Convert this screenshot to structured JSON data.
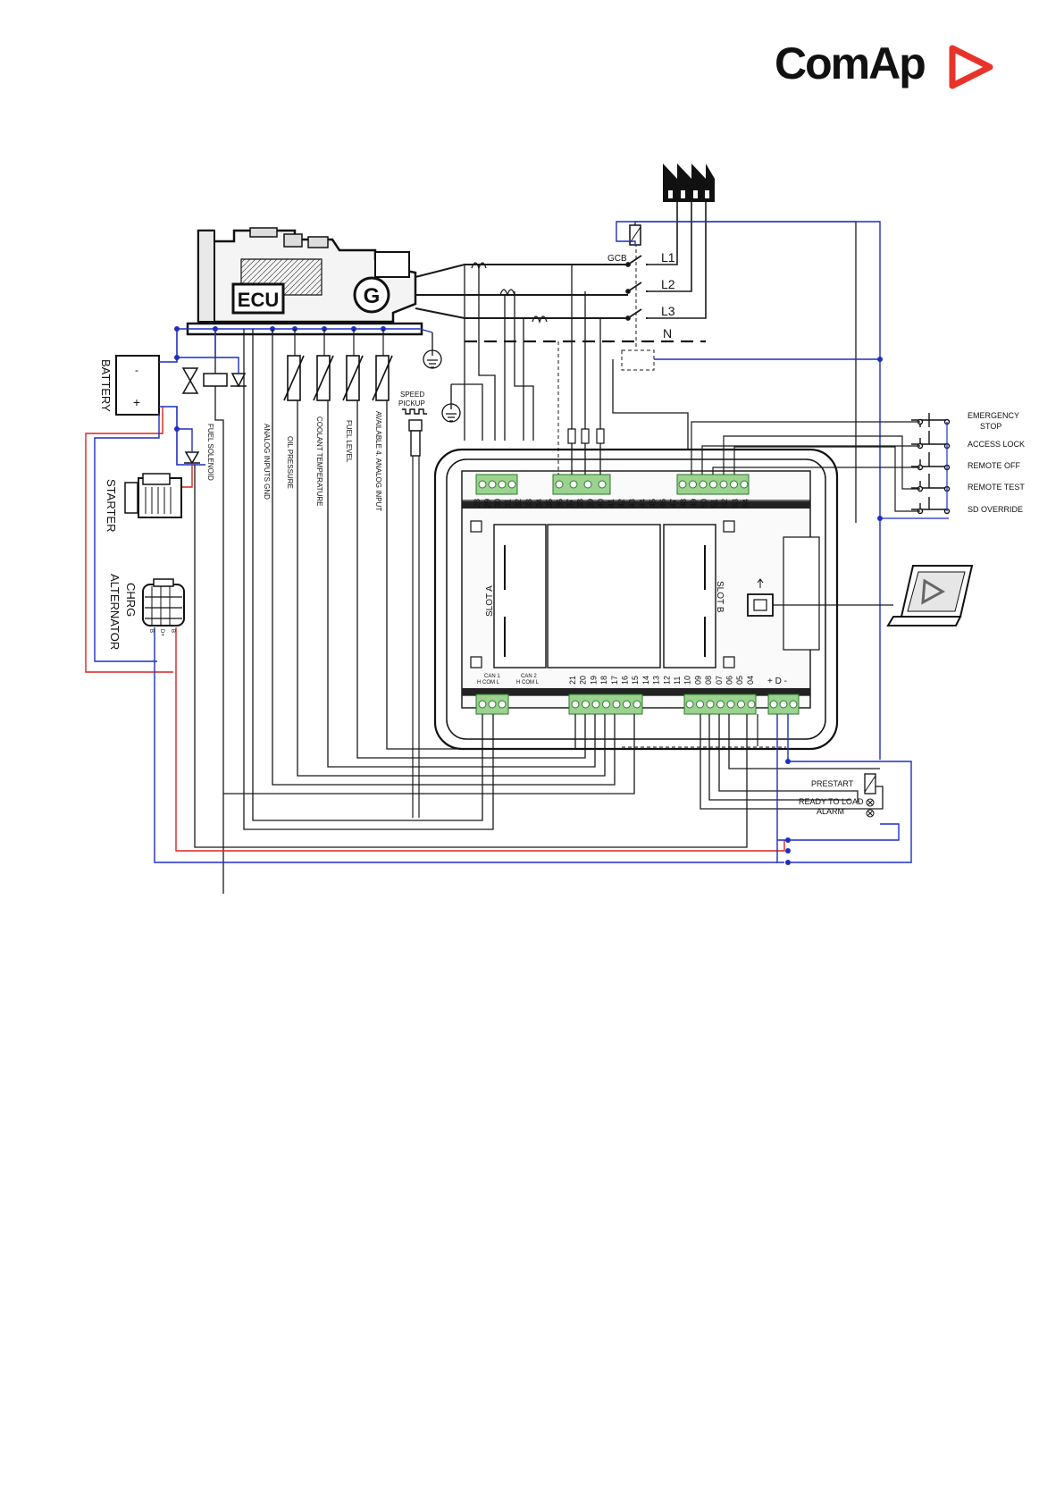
{
  "brand": {
    "name": "ComAp",
    "accent_color": "#e8332a"
  },
  "engine": {
    "ecu_label": "ECU",
    "generator_label": "G"
  },
  "battery": {
    "label": "BATTERY",
    "minus": "-",
    "plus": "+"
  },
  "starter": {
    "label": "STARTER"
  },
  "alternator": {
    "label_line1": "CHRG",
    "label_line2": "ALTERNATOR",
    "pins": [
      "B",
      "D+",
      "B"
    ]
  },
  "engine_signals": [
    "FUEL SOLENOID",
    "ANALOG INPUTS GND",
    "OIL PRESSURE",
    "COOLANT TEMPERATURE",
    "FUEL LEVEL",
    "AVAILABLE 4. ANALOG INPUT"
  ],
  "speed_pickup": {
    "line1": "SPEED",
    "line2": "PICKUP"
  },
  "breaker": {
    "gcb": "GCB",
    "phases": [
      "L1",
      "L2",
      "L3"
    ],
    "neutral": "N"
  },
  "binary_inputs": {
    "emergency_line1": "EMERGENCY",
    "emergency_line2": "STOP",
    "others": [
      "ACCESS LOCK",
      "REMOTE OFF",
      "REMOTE TEST",
      "SD OVERRIDE"
    ]
  },
  "binary_outputs": {
    "prestart": "PRESTART",
    "ready": "READY TO LOAD",
    "alarm": "ALARM"
  },
  "controller": {
    "slot_a": "SLOT A",
    "slot_b": "SLOT B",
    "top_terminals": [
      "28",
      "29",
      "30",
      "31",
      "32",
      "33",
      "34",
      "35",
      "36",
      "37",
      "38",
      "39",
      "40",
      "41",
      "42",
      "43",
      "44",
      "45",
      "46",
      "47",
      "48",
      "49",
      "50",
      "51",
      "52",
      "53",
      "54"
    ],
    "bottom_terminals": [
      "21",
      "20",
      "19",
      "18",
      "17",
      "16",
      "15",
      "14",
      "13",
      "12",
      "11",
      "10",
      "09",
      "08",
      "07",
      "06",
      "05",
      "04"
    ],
    "can1": {
      "title": "CAN 1",
      "pins": "H  COM  L"
    },
    "can2": {
      "title": "CAN 2",
      "pins": "H  COM  L"
    },
    "power": "+ D -"
  },
  "colors": {
    "wire_black": "#1a1a1a",
    "wire_blue": "#1f2fbf",
    "wire_red": "#d8231f",
    "terminal_green": "#9bd28f"
  },
  "icons": [
    "factory-icon",
    "laptop-icon",
    "usb-icon",
    "ground-icon",
    "switch-icon",
    "lamp-icon",
    "relay-coil-icon"
  ]
}
